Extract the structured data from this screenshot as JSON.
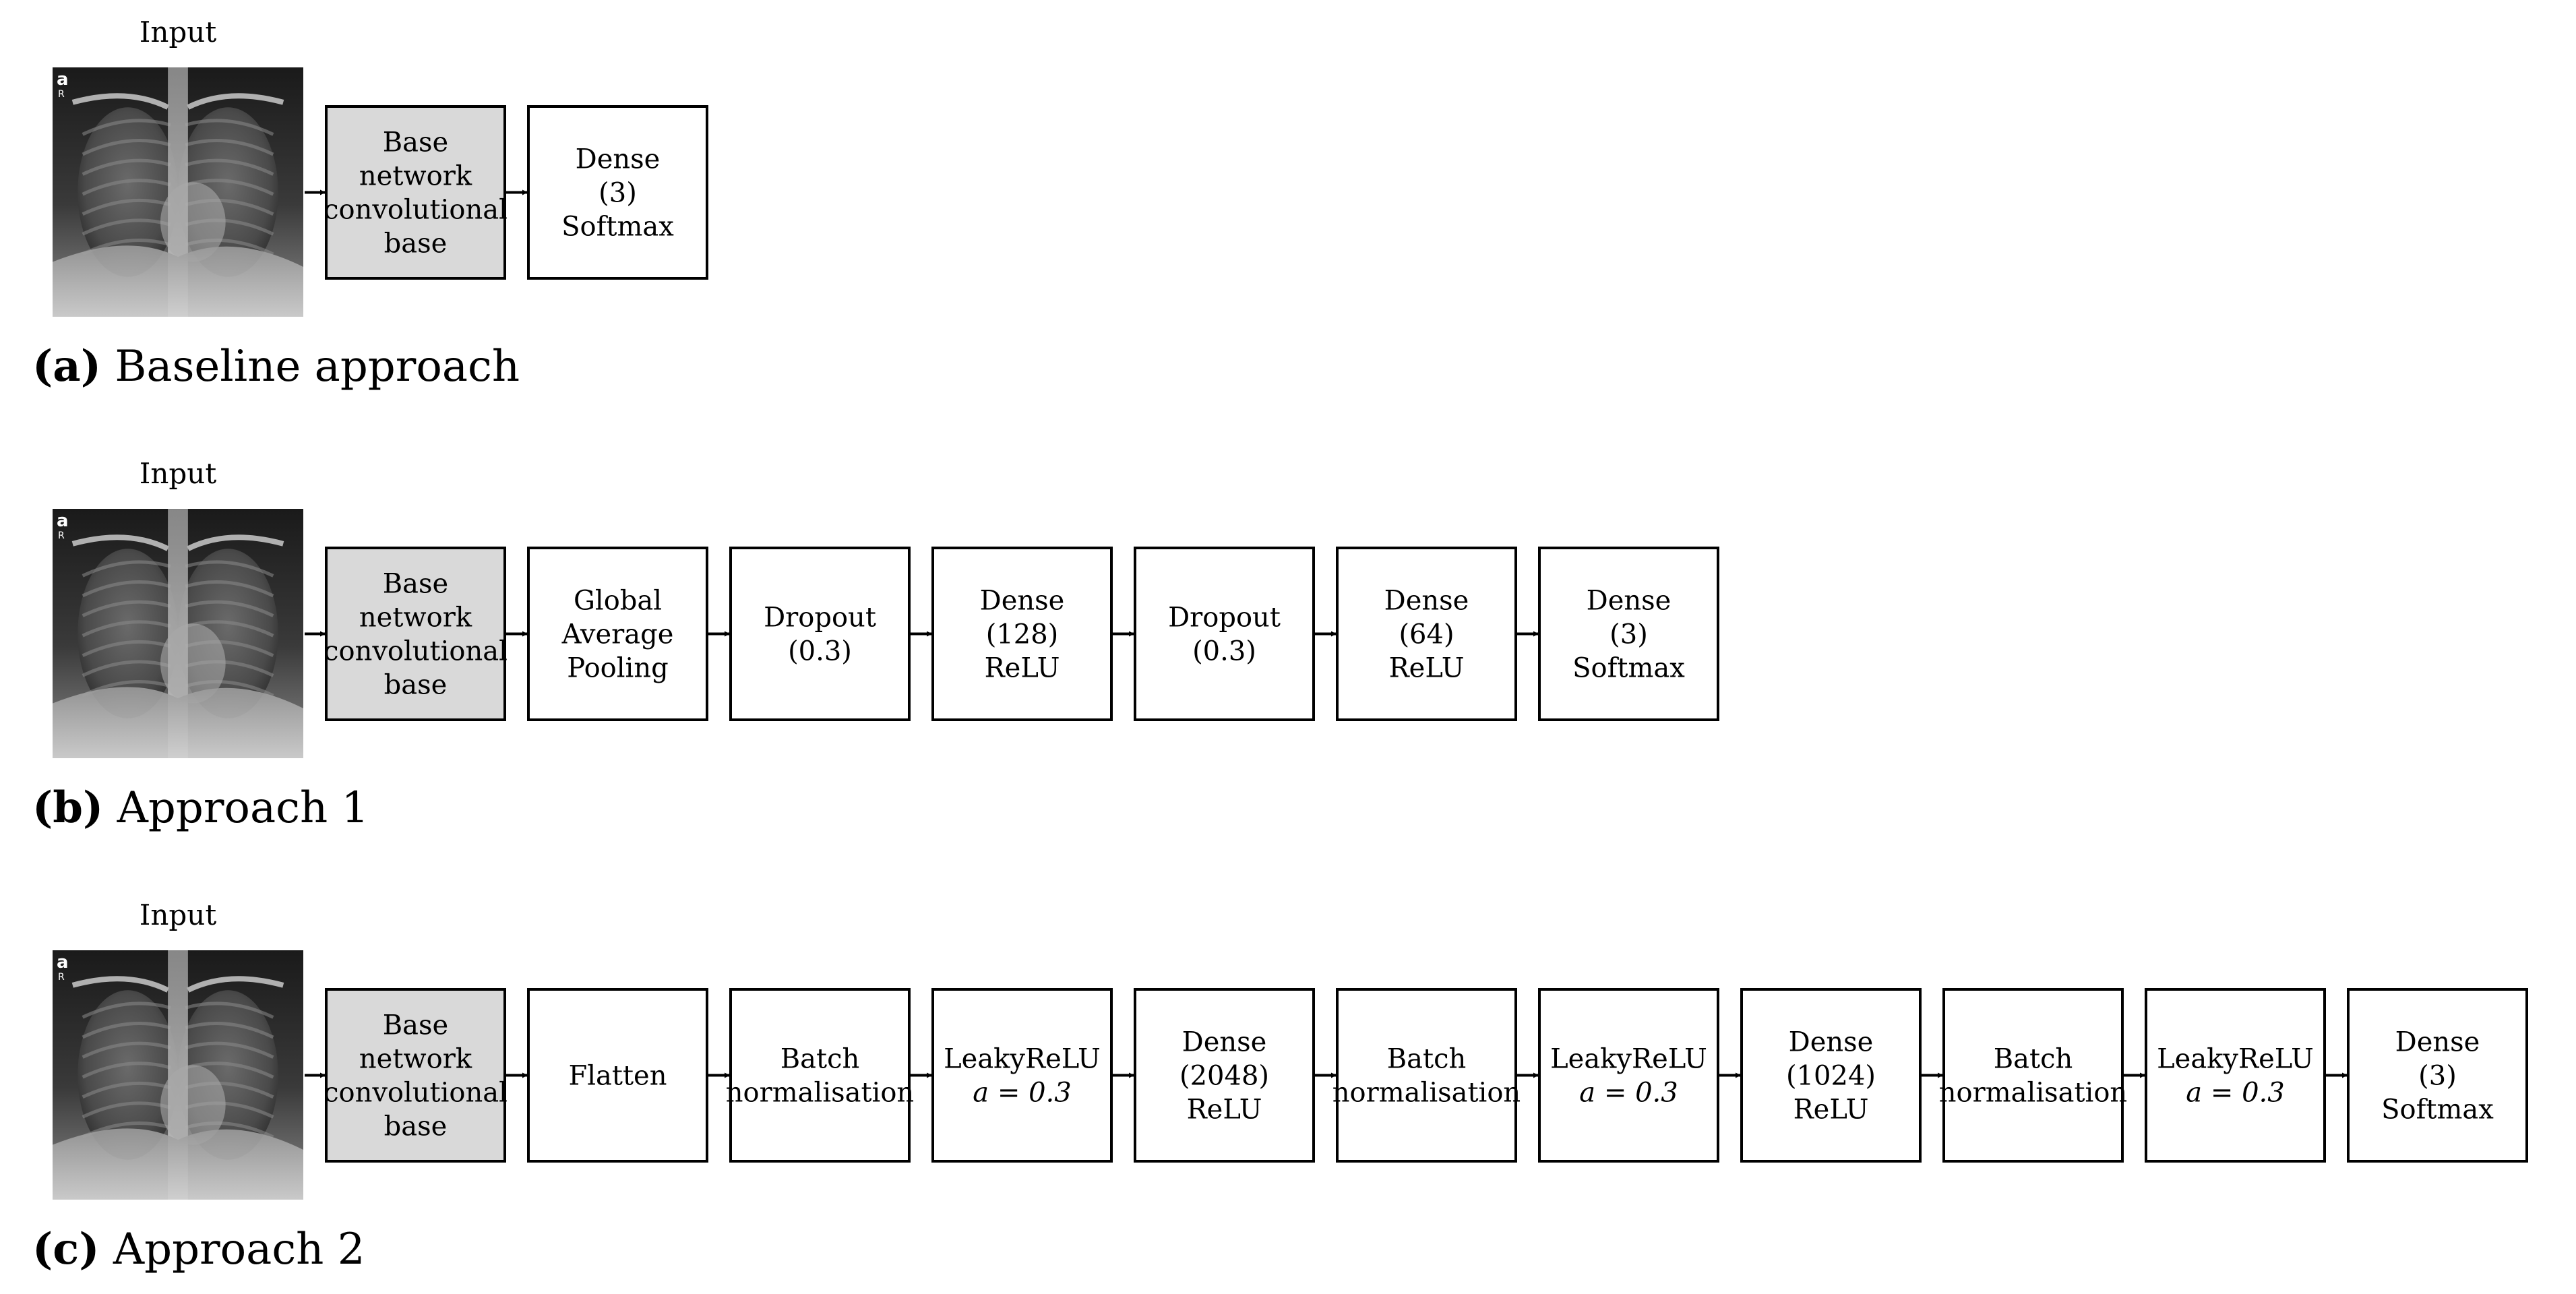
{
  "panels": [
    {
      "letter": "(a)",
      "title": "Baseline approach",
      "input_label": "Input",
      "image_badge": [
        "a",
        "R"
      ],
      "layers": [
        {
          "lines": [
            "Base",
            "network",
            "convolutional",
            "base"
          ],
          "fill": "#d9d9d9"
        },
        {
          "lines": [
            "Dense",
            "(3)",
            "Softmax"
          ],
          "fill": "#ffffff"
        }
      ]
    },
    {
      "letter": "(b)",
      "title": "Approach 1",
      "input_label": "Input",
      "image_badge": [
        "a",
        "R"
      ],
      "layers": [
        {
          "lines": [
            "Base",
            "network",
            "convolutional",
            "base"
          ],
          "fill": "#d9d9d9"
        },
        {
          "lines": [
            "Global",
            "Average",
            "Pooling"
          ],
          "fill": "#ffffff"
        },
        {
          "lines": [
            "Dropout",
            "(0.3)"
          ],
          "fill": "#ffffff"
        },
        {
          "lines": [
            "Dense",
            "(128)",
            "ReLU"
          ],
          "fill": "#ffffff"
        },
        {
          "lines": [
            "Dropout",
            "(0.3)"
          ],
          "fill": "#ffffff"
        },
        {
          "lines": [
            "Dense",
            "(64)",
            "ReLU"
          ],
          "fill": "#ffffff"
        },
        {
          "lines": [
            "Dense",
            "(3)",
            "Softmax"
          ],
          "fill": "#ffffff"
        }
      ]
    },
    {
      "letter": "(c)",
      "title": "Approach 2",
      "input_label": "Input",
      "image_badge": [
        "a",
        "R"
      ],
      "layers": [
        {
          "lines": [
            "Base",
            "network",
            "convolutional",
            "base"
          ],
          "fill": "#d9d9d9"
        },
        {
          "lines": [
            "Flatten"
          ],
          "fill": "#ffffff"
        },
        {
          "lines": [
            "Batch",
            "normalisation"
          ],
          "fill": "#ffffff"
        },
        {
          "lines": [
            "LeakyReLU",
            "a = 0.3"
          ],
          "fill": "#ffffff"
        },
        {
          "lines": [
            "Dense",
            "(2048)",
            "ReLU"
          ],
          "fill": "#ffffff"
        },
        {
          "lines": [
            "Batch",
            "normalisation"
          ],
          "fill": "#ffffff"
        },
        {
          "lines": [
            "LeakyReLU",
            "a = 0.3"
          ],
          "fill": "#ffffff"
        },
        {
          "lines": [
            "Dense",
            "(1024)",
            "ReLU"
          ],
          "fill": "#ffffff"
        },
        {
          "lines": [
            "Batch",
            "normalisation"
          ],
          "fill": "#ffffff"
        },
        {
          "lines": [
            "LeakyReLU",
            "a = 0.3"
          ],
          "fill": "#ffffff"
        },
        {
          "lines": [
            "Dense",
            "(3)",
            "Softmax"
          ],
          "fill": "#ffffff"
        }
      ]
    }
  ]
}
